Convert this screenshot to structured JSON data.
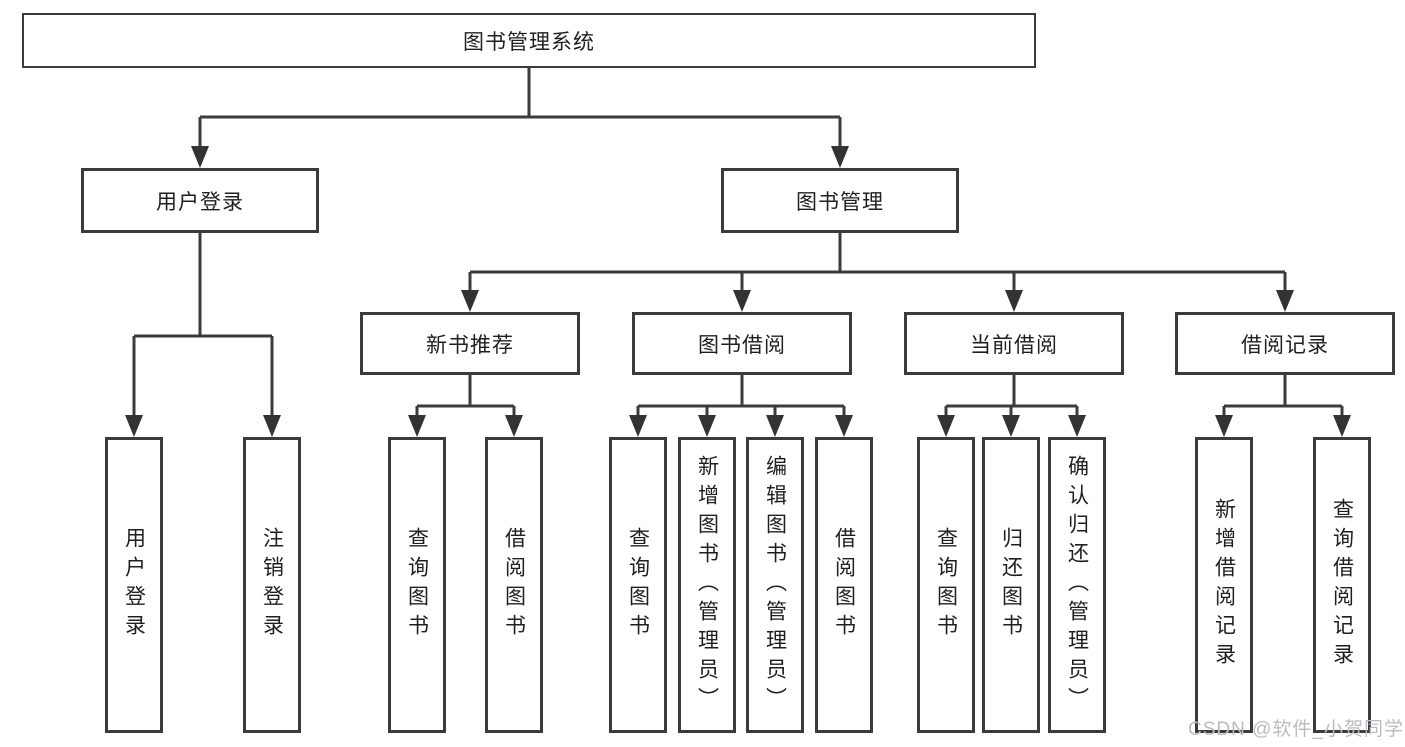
{
  "nodes": {
    "root": "图书管理系统",
    "user_login": "用户登录",
    "book_mgmt": "图书管理",
    "new_book_rec": "新书推荐",
    "book_borrow": "图书借阅",
    "current_borrow": "当前借阅",
    "borrow_record": "借阅记录",
    "leaf_user_login": "用户登录",
    "leaf_logout": "注销登录",
    "leaf_query_book_a": "查询图书",
    "leaf_borrow_book_a": "借阅图书",
    "leaf_query_book_b": "查询图书",
    "leaf_add_book": "新增图书（管理员）",
    "leaf_edit_book": "编辑图书（管理员）",
    "leaf_borrow_book_b": "借阅图书",
    "leaf_query_book_c": "查询图书",
    "leaf_return_book": "归还图书",
    "leaf_confirm_return": "确认归还（管理员）",
    "leaf_add_borrow_record": "新增借阅记录",
    "leaf_query_borrow_record": "查询借阅记录"
  },
  "watermark": "CSDN @软件_小贺同学",
  "colors": {
    "line": "#3b3b3b",
    "box_border": "#3b3b3b",
    "text": "#1f1f1f",
    "watermark": "#b9bcc0",
    "background": "#ffffff"
  }
}
